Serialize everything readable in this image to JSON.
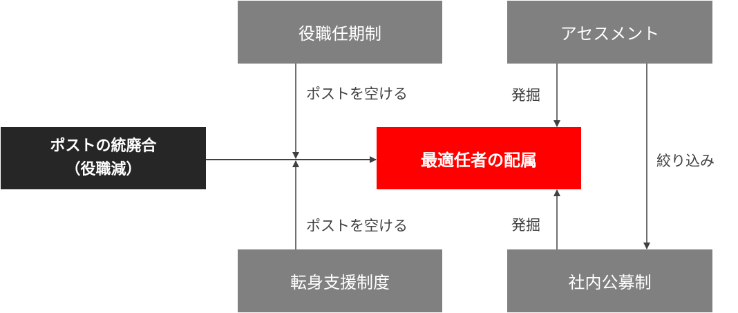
{
  "colors": {
    "box_gray": "#808080",
    "box_dark": "#262626",
    "box_target": "#ff0000",
    "arrow": "#404040",
    "label_text": "#404040",
    "box_text": "#ffffff"
  },
  "boxes": {
    "term_limit": "役職任期制",
    "assessment": "アセスメント",
    "consolidation_line1": "ポストの統廃合",
    "consolidation_line2": "（役職減）",
    "optimal_placement": "最適任者の配属",
    "transfer_support": "転身支援制度",
    "internal_recruitment": "社内公募制"
  },
  "labels": {
    "vacate_post_top": "ポストを空ける",
    "vacate_post_bottom": "ポストを空ける",
    "discover_top": "発掘",
    "discover_bottom": "発掘",
    "narrow_down": "絞り込み"
  }
}
